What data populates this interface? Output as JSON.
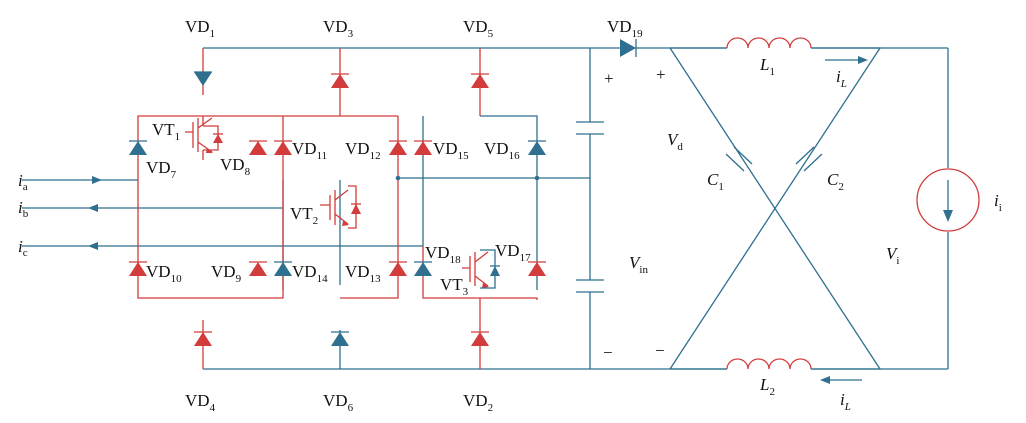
{
  "labels": {
    "VD1": {
      "base": "VD",
      "sub": "1"
    },
    "VD3": {
      "base": "VD",
      "sub": "3"
    },
    "VD5": {
      "base": "VD",
      "sub": "5"
    },
    "VD19": {
      "base": "VD",
      "sub": "19"
    },
    "VD4": {
      "base": "VD",
      "sub": "4"
    },
    "VD6": {
      "base": "VD",
      "sub": "6"
    },
    "VD2": {
      "base": "VD",
      "sub": "2"
    },
    "VD7": {
      "base": "VD",
      "sub": "7"
    },
    "VD8": {
      "base": "VD",
      "sub": "8"
    },
    "VD9": {
      "base": "VD",
      "sub": "9"
    },
    "VD10": {
      "base": "VD",
      "sub": "10"
    },
    "VD11": {
      "base": "VD",
      "sub": "11"
    },
    "VD12": {
      "base": "VD",
      "sub": "12"
    },
    "VD13": {
      "base": "VD",
      "sub": "13"
    },
    "VD14": {
      "base": "VD",
      "sub": "14"
    },
    "VD15": {
      "base": "VD",
      "sub": "15"
    },
    "VD16": {
      "base": "VD",
      "sub": "16"
    },
    "VD17": {
      "base": "VD",
      "sub": "17"
    },
    "VD18": {
      "base": "VD",
      "sub": "18"
    },
    "VT1": {
      "base": "VT",
      "sub": "1"
    },
    "VT2": {
      "base": "VT",
      "sub": "2"
    },
    "VT3": {
      "base": "VT",
      "sub": "3"
    },
    "ia": {
      "base": "i",
      "sub": "a"
    },
    "ib": {
      "base": "i",
      "sub": "b"
    },
    "ic": {
      "base": "i",
      "sub": "c"
    },
    "L1": {
      "base": "L",
      "sub": "1"
    },
    "L2": {
      "base": "L",
      "sub": "2"
    },
    "C1": {
      "base": "C",
      "sub": "1"
    },
    "C2": {
      "base": "C",
      "sub": "2"
    },
    "iL_top": {
      "base": "i",
      "sub": "L"
    },
    "iL_bottom": {
      "base": "i",
      "sub": "L"
    },
    "Vd": {
      "base": "V",
      "sub": "d"
    },
    "Vin": {
      "base": "V",
      "sub": "in"
    },
    "Vi": {
      "base": "V",
      "sub": "i"
    },
    "ii": {
      "base": "i",
      "sub": "i"
    }
  },
  "polarity": {
    "plus": "+",
    "minus": "−"
  },
  "colors": {
    "wire": "#2f6f8f",
    "active": "#d23c3c"
  }
}
